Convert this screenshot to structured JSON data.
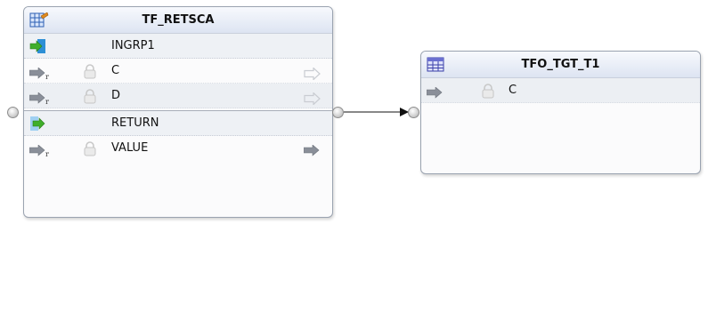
{
  "source_operator": {
    "title": "TF_RETSCA",
    "input_group": {
      "label": "INGRP1",
      "ports": [
        "C",
        "D"
      ]
    },
    "return_group": {
      "label": "RETURN",
      "ports": [
        "VALUE"
      ]
    }
  },
  "target_operator": {
    "title": "TFO_TGT_T1",
    "ports": [
      "C"
    ]
  },
  "colors": {
    "arrow_green": "#3fae2a",
    "port_arrow_grey": "#8a8f99",
    "border": "#9aa3b0"
  },
  "icons": {
    "source_header": "function-icon",
    "target_header": "table-icon",
    "group": "group-input-icon",
    "port_in": "port-arrow-icon",
    "lock": "lock-icon",
    "port_out": "port-output-arrow-icon"
  }
}
